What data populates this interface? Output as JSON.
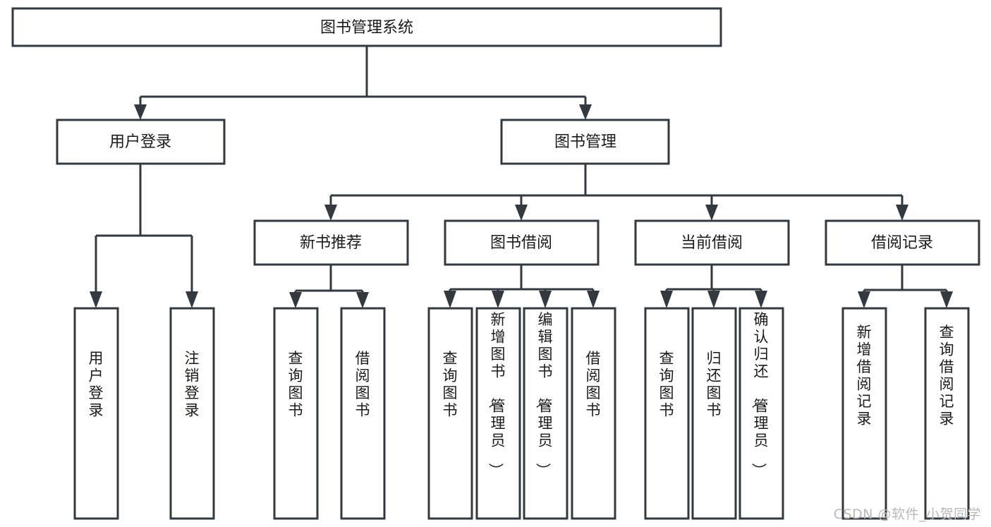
{
  "diagram": {
    "type": "tree-hierarchy-diagram",
    "title_node": {
      "label": "图书管理系统"
    },
    "level2": [
      {
        "id": "user-login",
        "label": "用户登录"
      },
      {
        "id": "book-management",
        "label": "图书管理"
      }
    ],
    "level3": [
      {
        "id": "new-book-recommend",
        "label": "新书推荐",
        "parent": "book-management"
      },
      {
        "id": "book-borrow",
        "label": "图书借阅",
        "parent": "book-management"
      },
      {
        "id": "current-borrow",
        "label": "当前借阅",
        "parent": "book-management"
      },
      {
        "id": "borrow-record",
        "label": "借阅记录",
        "parent": "book-management"
      }
    ],
    "leaves": [
      {
        "id": "leaf-user-login",
        "label": "用户登录",
        "parent": "user-login"
      },
      {
        "id": "leaf-logout-login",
        "label": "注销登录",
        "parent": "user-login"
      },
      {
        "id": "leaf-query-book-1",
        "label": "查询图书",
        "parent": "new-book-recommend"
      },
      {
        "id": "leaf-borrow-book-1",
        "label": "借阅图书",
        "parent": "new-book-recommend"
      },
      {
        "id": "leaf-query-book-2",
        "label": "查询图书",
        "parent": "book-borrow"
      },
      {
        "id": "leaf-add-book",
        "label": "新增图书（管理员）",
        "parent": "book-borrow"
      },
      {
        "id": "leaf-edit-book",
        "label": "编辑图书（管理员）",
        "parent": "book-borrow"
      },
      {
        "id": "leaf-borrow-book-2",
        "label": "借阅图书",
        "parent": "book-borrow"
      },
      {
        "id": "leaf-query-book-3",
        "label": "查询图书",
        "parent": "current-borrow"
      },
      {
        "id": "leaf-return-book",
        "label": "归还图书",
        "parent": "current-borrow"
      },
      {
        "id": "leaf-confirm-return",
        "label": "确认归还（管理员）",
        "parent": "current-borrow"
      },
      {
        "id": "leaf-add-record",
        "label": "新增借阅记录",
        "parent": "borrow-record"
      },
      {
        "id": "leaf-query-record",
        "label": "查询借阅记录",
        "parent": "borrow-record"
      }
    ],
    "colors": {
      "stroke": "#33393f",
      "fill": "#ffffff",
      "text": "#1b1b1b",
      "watermark": "#b9b9b9",
      "background": "#ffffff"
    }
  },
  "watermark": {
    "text": "CSDN @软件_小贺同学"
  }
}
